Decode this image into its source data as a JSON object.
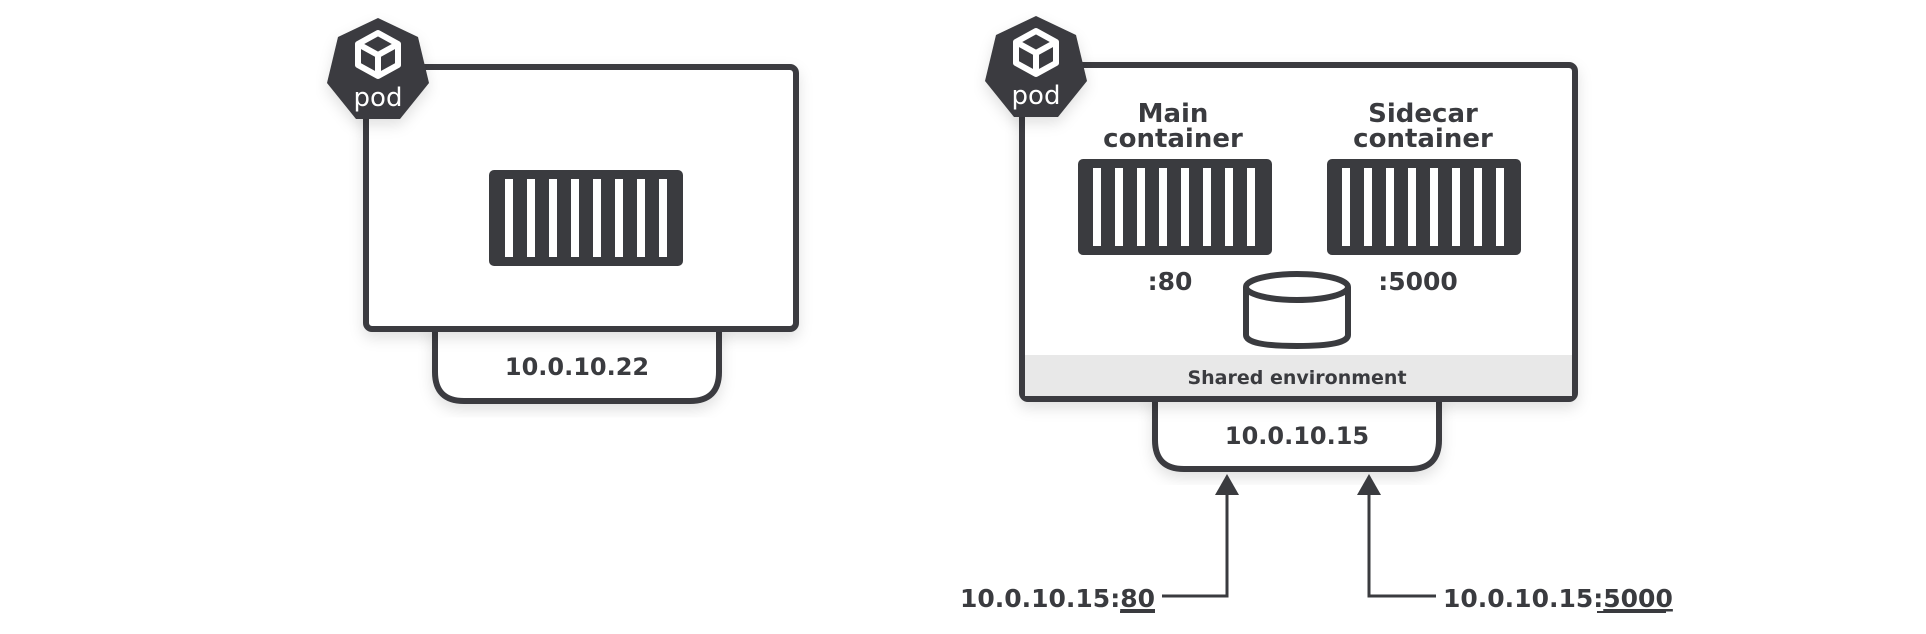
{
  "colors": {
    "ink": "#3a3b3f",
    "background": "#ffffff",
    "shared_band": "#e8e8e8",
    "badge_text": "#ffffff"
  },
  "pods": [
    {
      "id": "single-container-pod",
      "badge": {
        "icon": "cube-icon",
        "label": "pod"
      },
      "containers": [
        {
          "name": "",
          "port": ""
        }
      ],
      "ip": "10.0.10.22"
    },
    {
      "id": "sidecar-pod",
      "badge": {
        "icon": "cube-icon",
        "label": "pod"
      },
      "containers": [
        {
          "name_line1": "Main",
          "name_line2": "container",
          "port": ":80"
        },
        {
          "name_line1": "Sidecar",
          "name_line2": "container",
          "port": ":5000"
        }
      ],
      "shared_volume_icon": "database-cylinder-icon",
      "shared_environment_label": "Shared environment",
      "ip": "10.0.10.15",
      "endpoints": [
        {
          "prefix": "10.0.10.15:",
          "port": "80"
        },
        {
          "prefix": "10.0.10.15:",
          "port": "5000"
        }
      ]
    }
  ]
}
